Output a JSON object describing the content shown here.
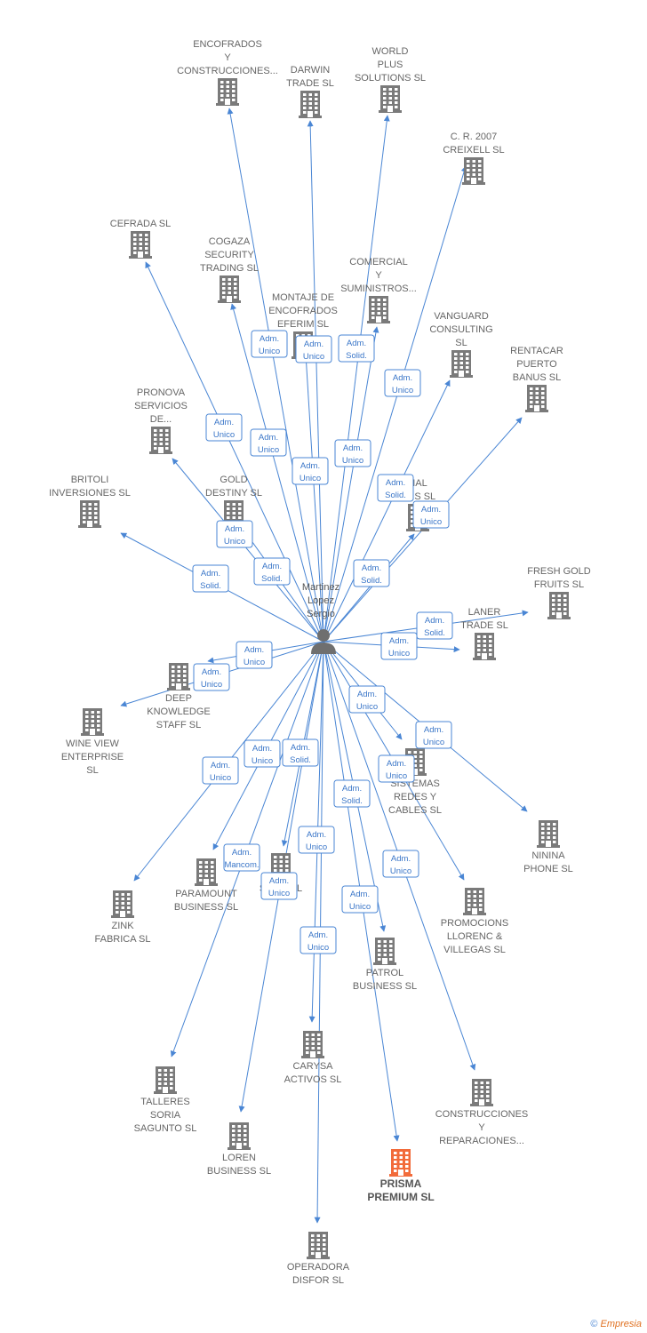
{
  "center": {
    "lines": [
      "Martinez",
      "Lopez",
      "Sergio"
    ]
  },
  "accent_color": "#4a86d4",
  "building_color": "#7a7a7a",
  "highlight_color": "#f26b3a",
  "footer": {
    "copyright": "©",
    "brand": "Empresia"
  },
  "nodes": [
    {
      "id": "encofrados",
      "lines": [
        "ENCOFRADOS",
        "Y",
        "CONSTRUCCIONES..."
      ]
    },
    {
      "id": "darwin",
      "lines": [
        "DARWIN",
        "TRADE SL"
      ]
    },
    {
      "id": "world-plus",
      "lines": [
        "WORLD",
        "PLUS",
        "SOLUTIONS SL"
      ]
    },
    {
      "id": "cr2007",
      "lines": [
        "C. R. 2007",
        "CREIXELL SL"
      ]
    },
    {
      "id": "cefrada",
      "lines": [
        "CEFRADA SL"
      ]
    },
    {
      "id": "cogaza",
      "lines": [
        "COGAZA",
        "SECURITY",
        "TRADING SL"
      ]
    },
    {
      "id": "comercial",
      "lines": [
        "COMERCIAL",
        "Y",
        "SUMINISTROS..."
      ]
    },
    {
      "id": "montaje",
      "lines": [
        "MONTAJE DE",
        "ENCOFRADOS",
        "EFERIM SL"
      ]
    },
    {
      "id": "vanguard",
      "lines": [
        "VANGUARD",
        "CONSULTING",
        "SL"
      ]
    },
    {
      "id": "rentacar",
      "lines": [
        "RENTACAR",
        "PUERTO",
        "BANUS SL"
      ]
    },
    {
      "id": "pronova",
      "lines": [
        "PRONOVA",
        "SERVICIOS",
        "DE..."
      ]
    },
    {
      "id": "britoli",
      "lines": [
        "BRITOLI",
        "INVERSIONES SL"
      ]
    },
    {
      "id": "gold-destiny",
      "lines": [
        "GOLD",
        "DESTINY SL"
      ]
    },
    {
      "id": "nal-ons",
      "lines": [
        "NAL",
        "ONS SL"
      ]
    },
    {
      "id": "fresh-gold",
      "lines": [
        "FRESH GOLD",
        "FRUITS SL"
      ]
    },
    {
      "id": "laner",
      "lines": [
        "LANER",
        "TRADE SL"
      ]
    },
    {
      "id": "deep-knowledge",
      "lines": [
        "DEEP",
        "KNOWLEDGE",
        "STAFF SL"
      ]
    },
    {
      "id": "wine-view",
      "lines": [
        "WINE VIEW",
        "ENTERPRISE",
        "SL"
      ]
    },
    {
      "id": "sistemas",
      "lines": [
        "SISTEMAS",
        "REDES Y",
        "CABLES SL"
      ]
    },
    {
      "id": "ninina",
      "lines": [
        "NININA",
        "PHONE SL"
      ]
    },
    {
      "id": "zink",
      "lines": [
        "ZINK",
        "FABRICA SL"
      ]
    },
    {
      "id": "paramount",
      "lines": [
        "PARAMOUNT",
        "BUSINESS SL"
      ]
    },
    {
      "id": "sanna",
      "lines": [
        "SAN A SL"
      ]
    },
    {
      "id": "promociones",
      "lines": [
        "PROMOCIONS",
        "LLORENC &",
        "VILLEGAS SL"
      ]
    },
    {
      "id": "patrol",
      "lines": [
        "PATROL",
        "BUSINESS SL"
      ]
    },
    {
      "id": "carysa",
      "lines": [
        "CARYSA",
        "ACTIVOS SL"
      ]
    },
    {
      "id": "talleres",
      "lines": [
        "TALLERES",
        "SORIA",
        "SAGUNTO SL"
      ]
    },
    {
      "id": "construcciones",
      "lines": [
        "CONSTRUCCIONES",
        "Y",
        "REPARACIONES..."
      ]
    },
    {
      "id": "loren",
      "lines": [
        "LOREN",
        "BUSINESS SL"
      ]
    },
    {
      "id": "prisma",
      "lines": [
        "PRISMA",
        "PREMIUM SL"
      ],
      "highlight": true
    },
    {
      "id": "operadora",
      "lines": [
        "OPERADORA",
        "DISFOR SL"
      ]
    }
  ],
  "badges": [
    {
      "lines": [
        "Adm.",
        "Unico"
      ]
    },
    {
      "lines": [
        "Adm.",
        "Unico"
      ]
    },
    {
      "lines": [
        "Adm.",
        "Solid."
      ]
    },
    {
      "lines": [
        "Adm.",
        "Unico"
      ]
    },
    {
      "lines": [
        "Adm.",
        "Unico"
      ]
    },
    {
      "lines": [
        "Adm.",
        "Unico"
      ]
    },
    {
      "lines": [
        "Adm.",
        "Unico"
      ]
    },
    {
      "lines": [
        "Adm.",
        "Unico"
      ]
    },
    {
      "lines": [
        "Adm.",
        "Solid."
      ]
    },
    {
      "lines": [
        "Adm.",
        "Unico"
      ]
    },
    {
      "lines": [
        "Adm.",
        "Unico"
      ]
    },
    {
      "lines": [
        "Adm.",
        "Solid."
      ]
    },
    {
      "lines": [
        "Adm.",
        "Solid."
      ]
    },
    {
      "lines": [
        "Adm.",
        "Solid."
      ]
    },
    {
      "lines": [
        "Adm.",
        "Solid."
      ]
    },
    {
      "lines": [
        "Adm.",
        "Unico"
      ]
    },
    {
      "lines": [
        "Adm.",
        "Unico"
      ]
    },
    {
      "lines": [
        "Adm.",
        "Unico"
      ]
    },
    {
      "lines": [
        "Adm.",
        "Unico"
      ]
    },
    {
      "lines": [
        "Adm.",
        "Unico"
      ]
    },
    {
      "lines": [
        "Adm.",
        "Unico"
      ]
    },
    {
      "lines": [
        "Adm.",
        "Unico"
      ]
    },
    {
      "lines": [
        "Adm.",
        "Solid."
      ]
    },
    {
      "lines": [
        "Adm.",
        "Unico"
      ]
    },
    {
      "lines": [
        "Adm.",
        "Solid."
      ]
    },
    {
      "lines": [
        "Adm.",
        "Unico"
      ]
    },
    {
      "lines": [
        "Adm.",
        "Mancom."
      ]
    },
    {
      "lines": [
        "Adm.",
        "Unico"
      ]
    },
    {
      "lines": [
        "Adm.",
        "Unico"
      ]
    },
    {
      "lines": [
        "Adm.",
        "Unico"
      ]
    },
    {
      "lines": [
        "Adm.",
        "Unico"
      ]
    }
  ]
}
